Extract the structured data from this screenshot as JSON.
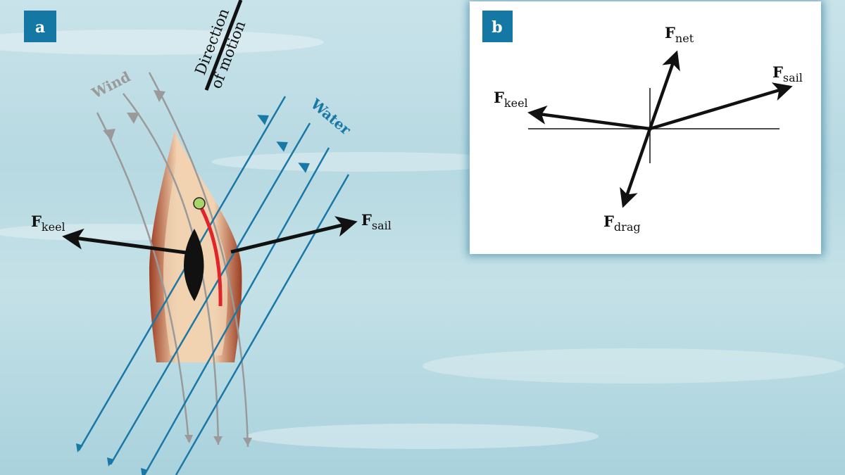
{
  "panel_a": {
    "label": "a",
    "direction_text_1": "Direction",
    "direction_text_2": "of motion",
    "wind_label": "Wind",
    "water_label": "Water",
    "fkeel": {
      "main": "F",
      "sub": "keel"
    },
    "fsail": {
      "main": "F",
      "sub": "sail"
    }
  },
  "panel_b": {
    "label": "b",
    "fnet": {
      "main": "F",
      "sub": "net"
    },
    "fsail": {
      "main": "F",
      "sub": "sail"
    },
    "fkeel": {
      "main": "F",
      "sub": "keel"
    },
    "fdrag": {
      "main": "F",
      "sub": "drag"
    }
  },
  "colors": {
    "panel_label_bg": "#1577a3",
    "water": "#1a78a6",
    "wind": "#9a9a9a",
    "sail_line": "#e0242a",
    "hull": "#a8472a"
  }
}
